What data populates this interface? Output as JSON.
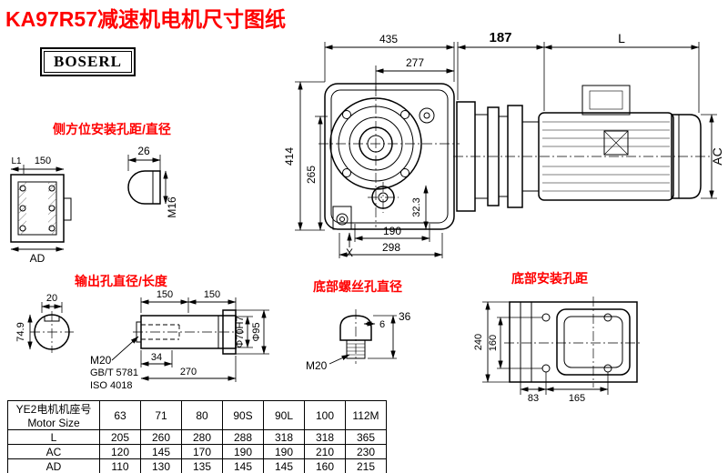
{
  "title": "KA97R57减速机电机尺寸图纸",
  "logo": "BOSERL",
  "main_view": {
    "dim_435": "435",
    "dim_277": "277",
    "dim_414": "414",
    "dim_265": "265",
    "dim_32_3": "32.3",
    "dim_190": "190",
    "dim_298": "298",
    "dim_x": "X"
  },
  "motor_view": {
    "dim_187": "187",
    "dim_l": "L",
    "dim_ac": "AC"
  },
  "side_mount_view": {
    "label": "侧方位安装孔距/直径",
    "dim_l1": "L1",
    "dim_150": "150",
    "dim_ad": "AD",
    "dim_26": "26",
    "dim_m16": "M16"
  },
  "output_view": {
    "label": "输出孔直径/长度",
    "dim_20": "20",
    "dim_74_9": "74.9",
    "dim_150a": "150",
    "dim_150b": "150",
    "dim_34": "34",
    "dim_270": "270",
    "dim_m20": "M20",
    "std1": "GB/T 5781",
    "std2": "ISO 4018",
    "dim_d70": "Φ70H7",
    "dim_d95": "Φ95"
  },
  "bottom_screw_view": {
    "label": "底部螺丝孔直径",
    "dim_m20": "M20",
    "dim_6": "6",
    "dim_36": "36"
  },
  "bottom_mount_view": {
    "label": "底部安装孔距",
    "dim_240": "240",
    "dim_160": "160",
    "dim_83": "83",
    "dim_165": "165"
  },
  "table": {
    "header_cn": "YE2电机机座号",
    "header_en": "Motor Size",
    "columns": [
      "63",
      "71",
      "80",
      "90S",
      "90L",
      "100",
      "112M"
    ],
    "rows": [
      {
        "label": "L",
        "values": [
          "205",
          "260",
          "280",
          "288",
          "318",
          "318",
          "365"
        ]
      },
      {
        "label": "AC",
        "values": [
          "120",
          "145",
          "170",
          "190",
          "190",
          "210",
          "230"
        ]
      },
      {
        "label": "AD",
        "values": [
          "110",
          "130",
          "135",
          "145",
          "145",
          "160",
          "215"
        ]
      }
    ]
  }
}
